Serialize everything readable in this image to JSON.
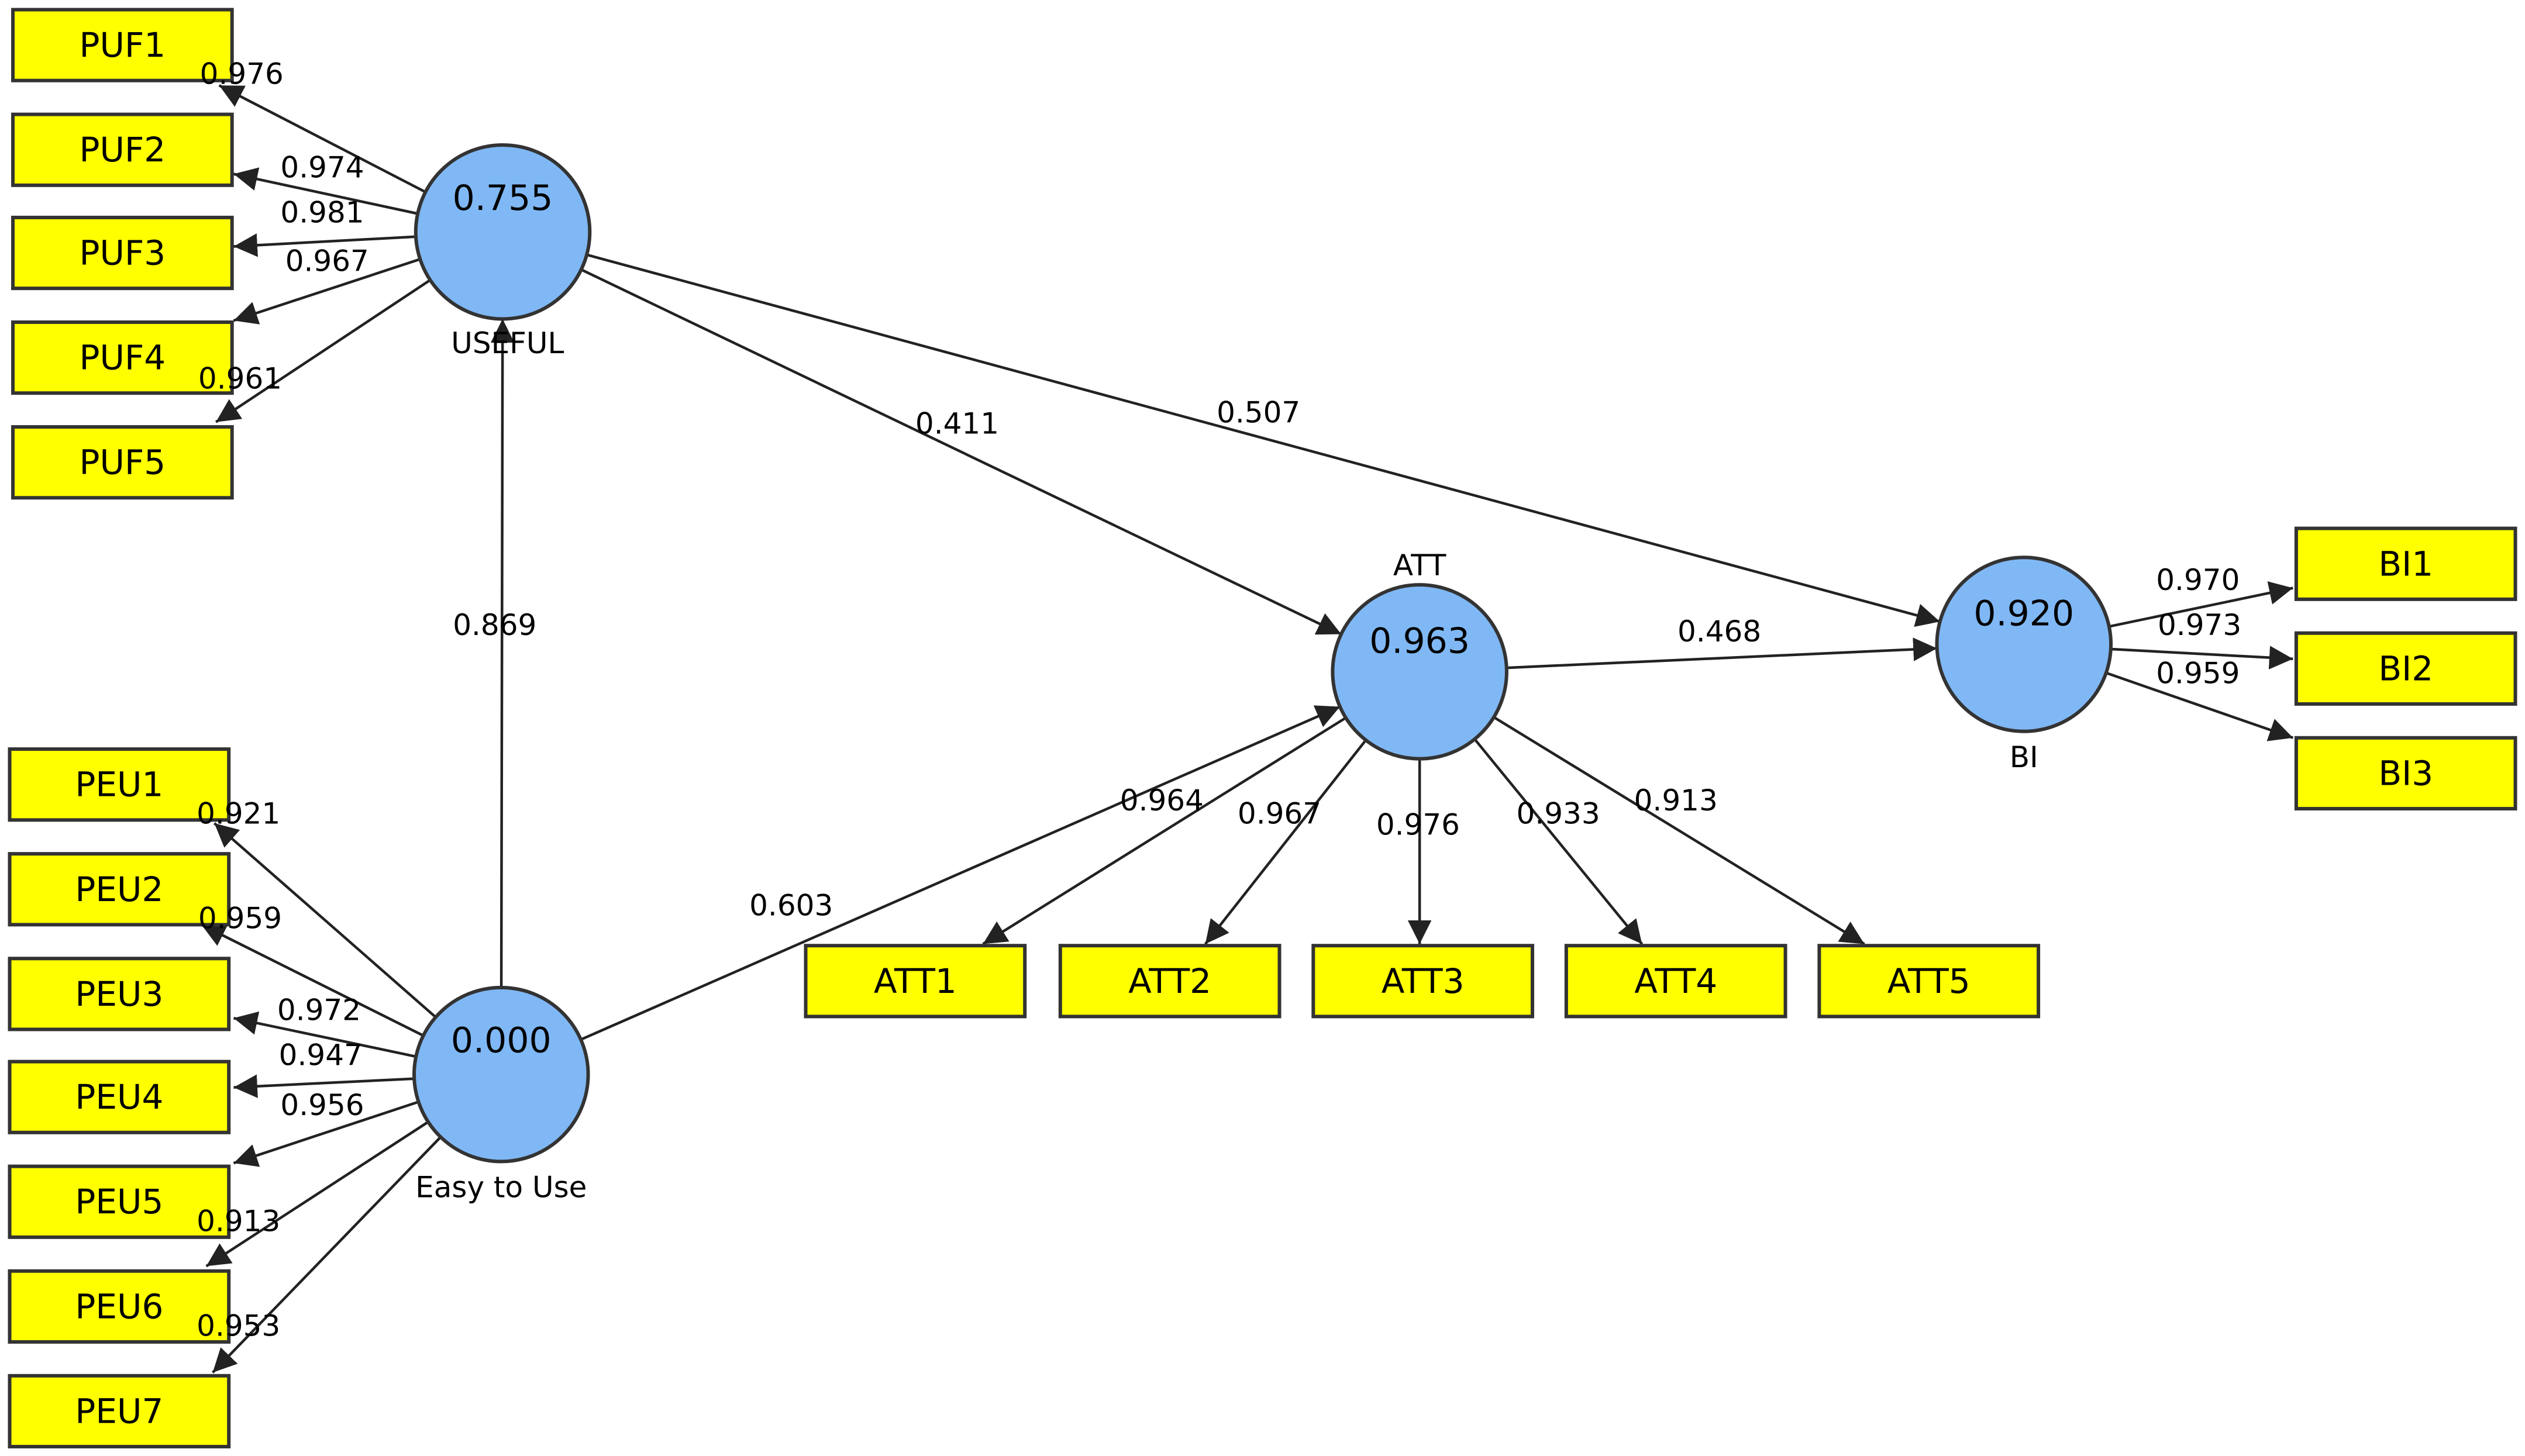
{
  "colors": {
    "indicator_fill": "#ffff00",
    "latent_fill": "#80b8f5",
    "line": "#222222"
  },
  "latents": [
    {
      "id": "USEFUL",
      "name": "USEFUL",
      "value": "0.755"
    },
    {
      "id": "EASY",
      "name": "Easy to Use",
      "value": "0.000"
    },
    {
      "id": "ATT",
      "name": "ATT",
      "value": "0.963"
    },
    {
      "id": "BI",
      "name": "BI",
      "value": "0.920"
    }
  ],
  "indicators": [
    {
      "id": "PUF1",
      "label": "PUF1"
    },
    {
      "id": "PUF2",
      "label": "PUF2"
    },
    {
      "id": "PUF3",
      "label": "PUF3"
    },
    {
      "id": "PUF4",
      "label": "PUF4"
    },
    {
      "id": "PUF5",
      "label": "PUF5"
    },
    {
      "id": "PEU1",
      "label": "PEU1"
    },
    {
      "id": "PEU2",
      "label": "PEU2"
    },
    {
      "id": "PEU3",
      "label": "PEU3"
    },
    {
      "id": "PEU4",
      "label": "PEU4"
    },
    {
      "id": "PEU5",
      "label": "PEU5"
    },
    {
      "id": "PEU6",
      "label": "PEU6"
    },
    {
      "id": "PEU7",
      "label": "PEU7"
    },
    {
      "id": "ATT1",
      "label": "ATT1"
    },
    {
      "id": "ATT2",
      "label": "ATT2"
    },
    {
      "id": "ATT3",
      "label": "ATT3"
    },
    {
      "id": "ATT4",
      "label": "ATT4"
    },
    {
      "id": "ATT5",
      "label": "ATT5"
    },
    {
      "id": "BI1",
      "label": "BI1"
    },
    {
      "id": "BI2",
      "label": "BI2"
    },
    {
      "id": "BI3",
      "label": "BI3"
    }
  ],
  "edges": [
    {
      "from": "USEFUL",
      "to": "PUF1",
      "value": "0.976"
    },
    {
      "from": "USEFUL",
      "to": "PUF2",
      "value": "0.974"
    },
    {
      "from": "USEFUL",
      "to": "PUF3",
      "value": "0.981"
    },
    {
      "from": "USEFUL",
      "to": "PUF4",
      "value": "0.967"
    },
    {
      "from": "USEFUL",
      "to": "PUF5",
      "value": "0.961"
    },
    {
      "from": "EASY",
      "to": "PEU1",
      "value": "0.921"
    },
    {
      "from": "EASY",
      "to": "PEU2",
      "value": "0.959"
    },
    {
      "from": "EASY",
      "to": "PEU3",
      "value": "0.972"
    },
    {
      "from": "EASY",
      "to": "PEU4",
      "value": "0.947"
    },
    {
      "from": "EASY",
      "to": "PEU5",
      "value": "0.956"
    },
    {
      "from": "EASY",
      "to": "PEU6",
      "value": "0.913"
    },
    {
      "from": "EASY",
      "to": "PEU7",
      "value": "0.953"
    },
    {
      "from": "ATT",
      "to": "ATT1",
      "value": "0.964"
    },
    {
      "from": "ATT",
      "to": "ATT2",
      "value": "0.967"
    },
    {
      "from": "ATT",
      "to": "ATT3",
      "value": "0.976"
    },
    {
      "from": "ATT",
      "to": "ATT4",
      "value": "0.933"
    },
    {
      "from": "ATT",
      "to": "ATT5",
      "value": "0.913"
    },
    {
      "from": "BI",
      "to": "BI1",
      "value": "0.970"
    },
    {
      "from": "BI",
      "to": "BI2",
      "value": "0.973"
    },
    {
      "from": "BI",
      "to": "BI3",
      "value": "0.959"
    },
    {
      "from": "EASY",
      "to": "USEFUL",
      "value": "0.869"
    },
    {
      "from": "USEFUL",
      "to": "ATT",
      "value": "0.411"
    },
    {
      "from": "USEFUL",
      "to": "BI",
      "value": "0.507"
    },
    {
      "from": "EASY",
      "to": "ATT",
      "value": "0.603"
    },
    {
      "from": "ATT",
      "to": "BI",
      "value": "0.468"
    }
  ]
}
